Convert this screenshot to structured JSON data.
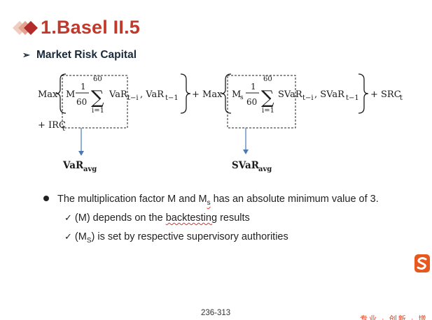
{
  "title": "1.Basel II.5",
  "subtitle": "Market Risk Capital",
  "formula": {
    "max1": "Max",
    "m": "M",
    "frac_num": "1",
    "frac_den": "60",
    "sum_top": "60",
    "sum_bottom": "i=1",
    "var_sub": "VaR",
    "var_sub_idx": "t−i",
    "comma_var": ", VaR",
    "var_idx": "t−1",
    "plus_max": "+ Max",
    "ms": "M",
    "ms_sub": "s",
    "svar_sub": "SVaR",
    "svar_sub_idx": "t−i",
    "comma_svar": ", SVaR",
    "svar_idx": "t−1",
    "plus_src": "+ SRC",
    "src_idx": "t",
    "plus_irc": "+ IRC",
    "irc_idx": "t",
    "var_avg": "VaR",
    "var_avg_sub": "avg",
    "svar_avg": "SVaR",
    "svar_avg_sub": "avg"
  },
  "bullet": {
    "pre": "The multiplication factor M and M",
    "sub": "s",
    "post": " has an absolute minimum value of 3."
  },
  "checks": [
    {
      "pre": "(M) depends on the ",
      "underlined": "backtesting",
      "post": " results"
    },
    {
      "pre": "(M",
      "sub": "S",
      "post": ") is set by respective supervisory authorities"
    }
  ],
  "page_number": "236-313",
  "footer_text": "专业 · 创新 · 增值",
  "colors": {
    "title": "#c0392b",
    "diamond_dark": "#b22c2c",
    "diamond_light": "#e9b7a8",
    "arrow": "#4a78b5",
    "logo": "#e8581e"
  }
}
